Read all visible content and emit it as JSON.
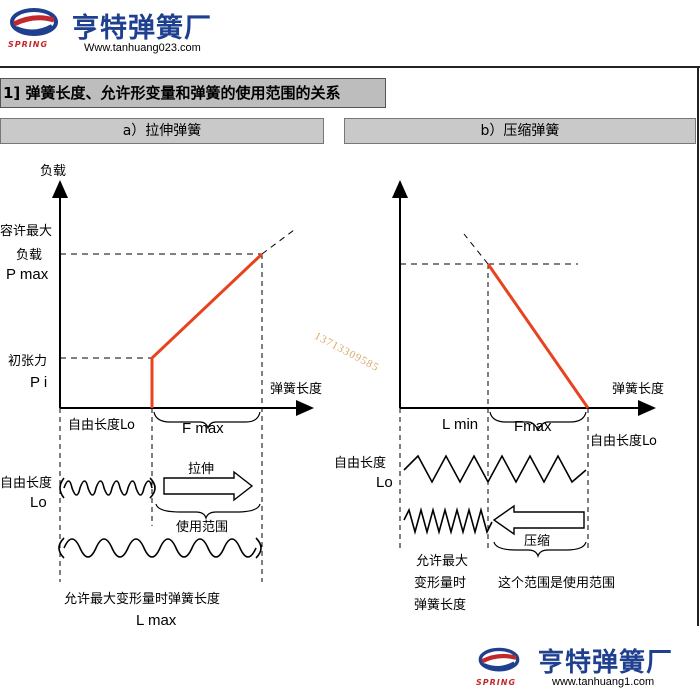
{
  "header": {
    "brand": "亨特弹簧厂",
    "url": "Www.tanhuang023.com",
    "logo_word": "SPRING"
  },
  "title": "1] 弹簧长度、允许形变量和弹簧的使用范围的关系",
  "panel_a": {
    "heading": "a）拉伸弹簧",
    "y_axis": "负载",
    "x_axis": "弹簧长度",
    "pmax_line1": "容许最大",
    "pmax_line2": "负载",
    "pmax_line3": "P max",
    "pi_line1": "初张力",
    "pi_line2": "P i",
    "free_length": "自由长度Lo",
    "fmax": "F max",
    "spring_label1": "自由长度",
    "spring_label2": "Lo",
    "stretch": "拉伸",
    "range": "使用范围",
    "bottom1": "允许最大变形量时弹簧长度",
    "bottom2": "L max"
  },
  "panel_b": {
    "heading": "b）压缩弹簧",
    "x_axis": "弹簧长度",
    "lmin": "L min",
    "fmax": "Fmax",
    "free_length": "自由长度Lo",
    "spring_label1": "自由长度",
    "spring_label2": "Lo",
    "compress": "压缩",
    "note1": "允许最大",
    "note2": "变形量时",
    "note3": "弹簧长度",
    "range": "这个范围是使用范围"
  },
  "watermark": "13713309585",
  "footer": {
    "brand": "亨特弹簧厂",
    "url": "www.tanhuang1.com",
    "logo_word": "SPRING"
  },
  "colors": {
    "accent_line": "#e8431e",
    "brand_blue": "#1f3f8f",
    "brand_red": "#c0282d"
  }
}
